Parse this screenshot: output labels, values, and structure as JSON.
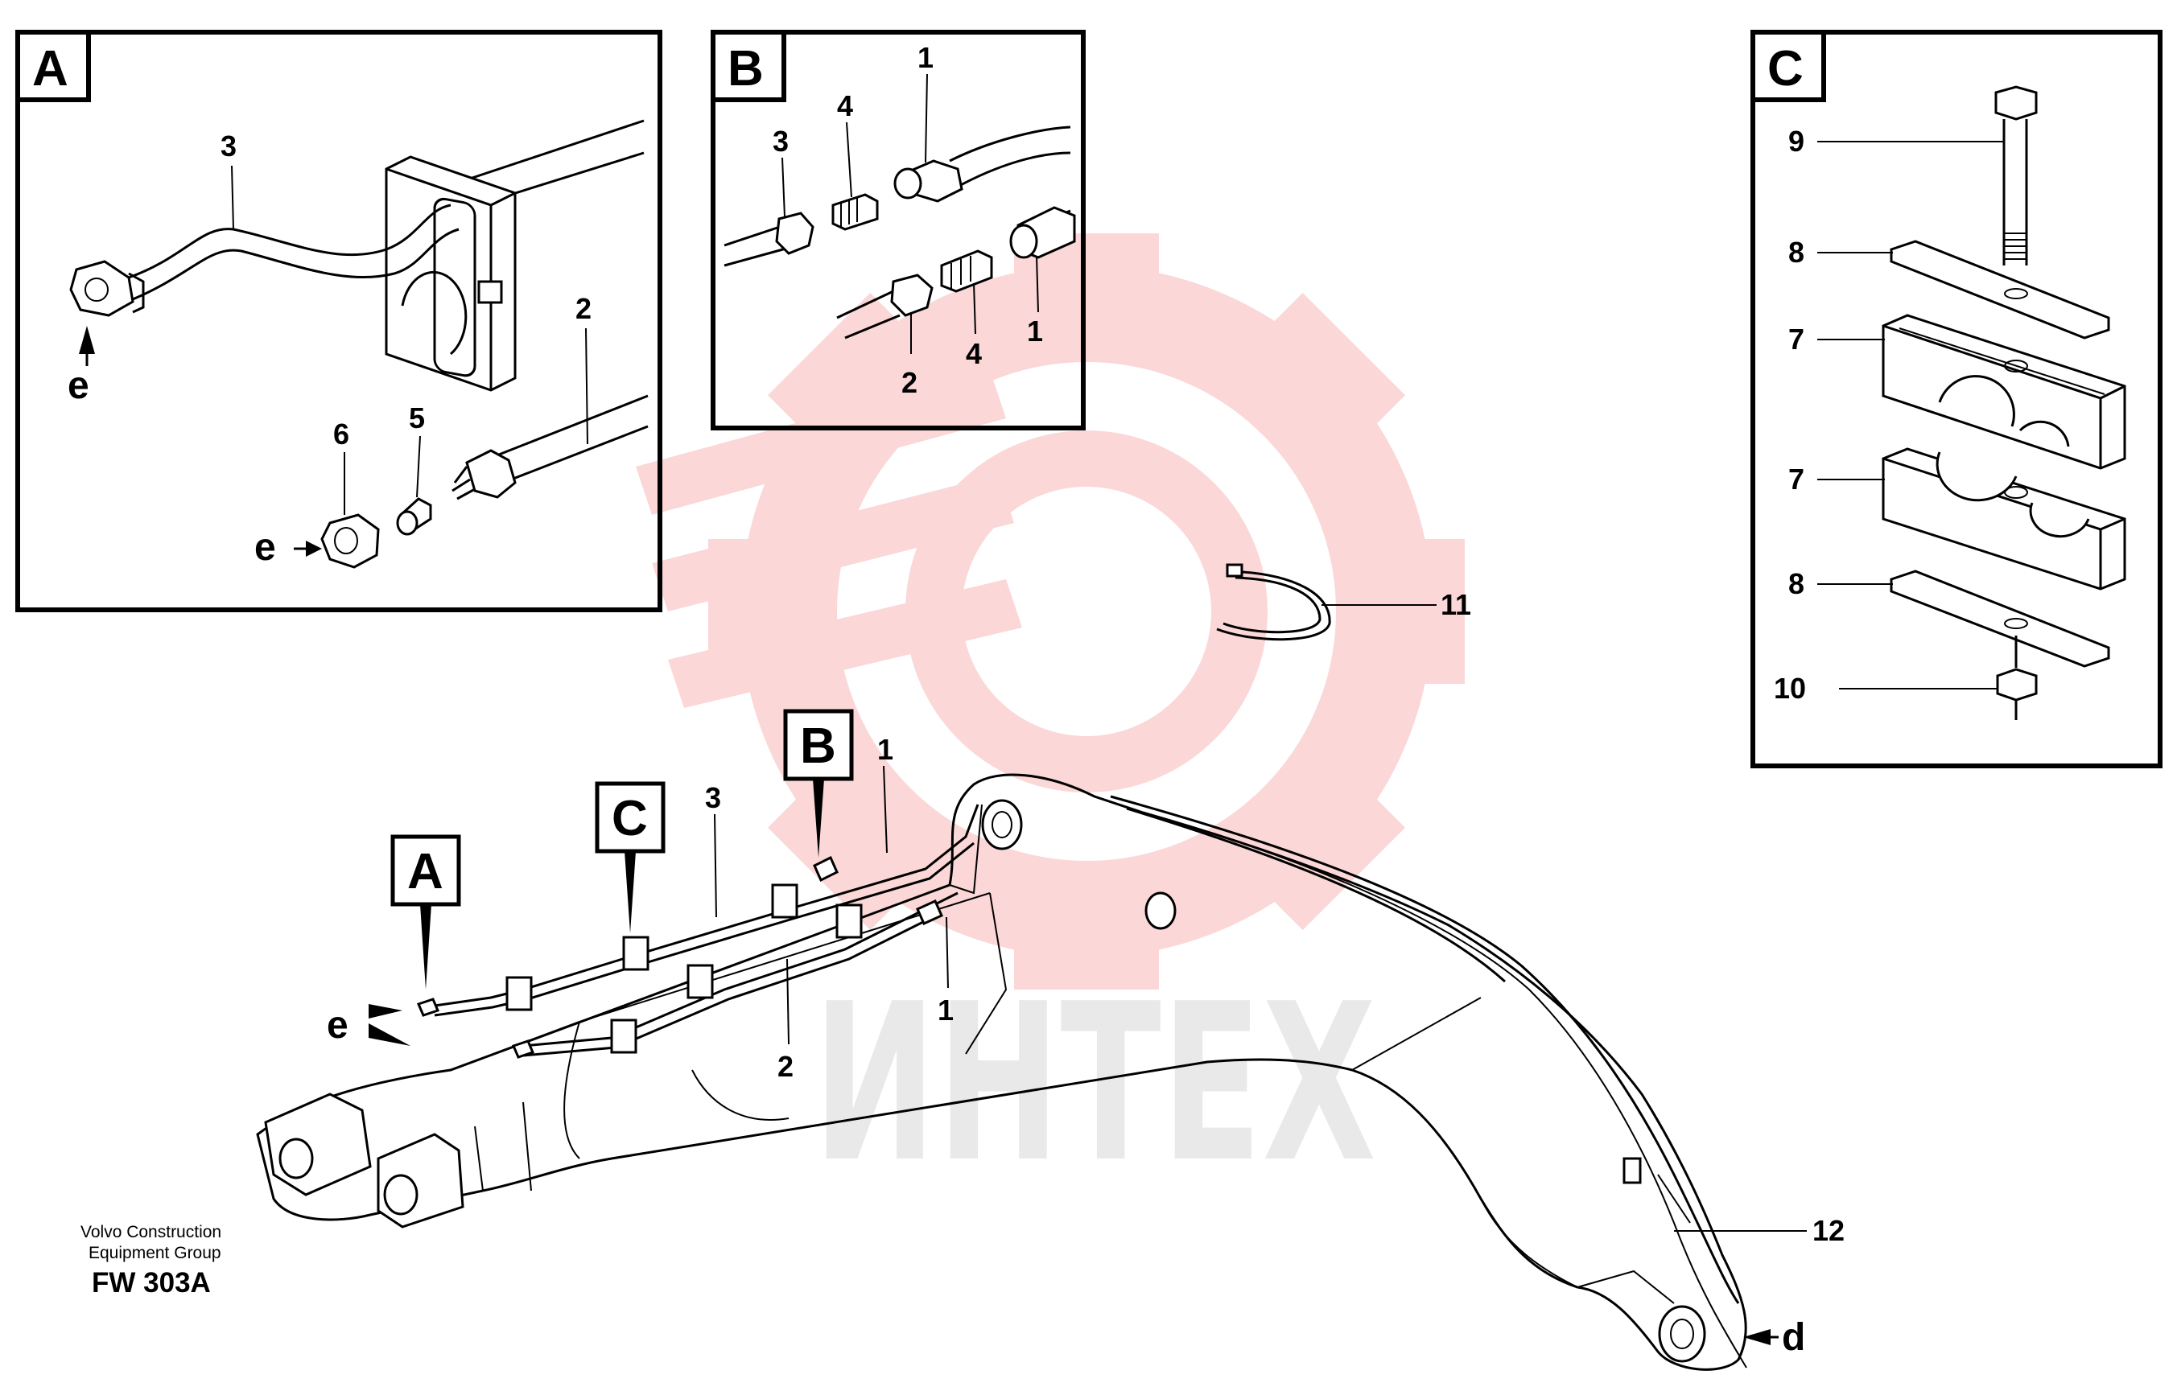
{
  "watermark": {
    "text": "ИНТЕХ",
    "gear_color": "#f7b7b7",
    "text_color": "#d8d8d8"
  },
  "detail_a": {
    "label": "A",
    "callouts": {
      "hose": "3",
      "pipe": "2",
      "nut": "6",
      "nipple": "5"
    },
    "arrow_top": "e",
    "arrow_bottom": "e"
  },
  "detail_b": {
    "label": "B",
    "callouts": {
      "hose_top": "1",
      "nipple_top": "4",
      "pipe_top": "3",
      "hose_bottom": "1",
      "nipple_bottom": "4",
      "pipe_bottom": "2"
    }
  },
  "detail_c": {
    "label": "C",
    "callouts": {
      "bolt": "9",
      "plate_top": "8",
      "clamp_top": "7",
      "clamp_bottom": "7",
      "plate_bottom": "8",
      "nut": "10"
    }
  },
  "main": {
    "tie_callout": "11",
    "box_a": "A",
    "box_b": "B",
    "box_c": "C",
    "callout_1_top": "1",
    "callout_3": "3",
    "callout_1_bottom": "1",
    "callout_2": "2",
    "callout_12": "12",
    "arrow_e": "e",
    "arrow_d": "d"
  },
  "credit": {
    "line1": "Volvo Construction",
    "line2": "Equipment Group",
    "code": "FW 303A"
  }
}
